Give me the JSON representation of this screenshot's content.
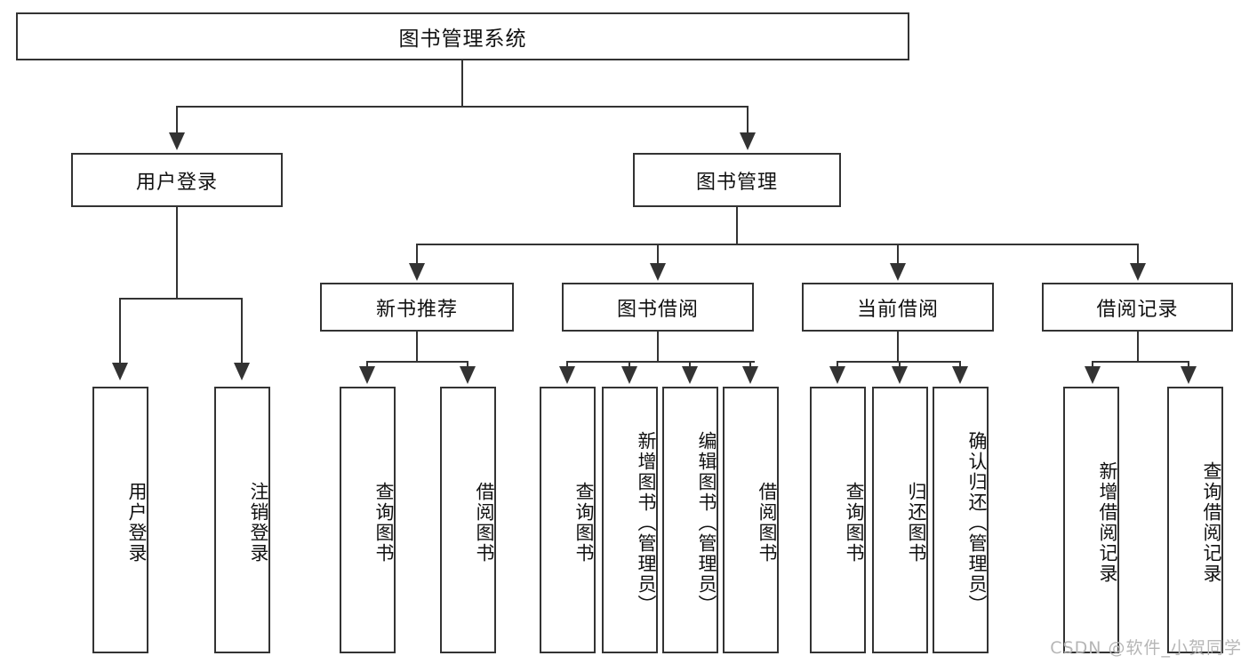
{
  "diagram": {
    "type": "tree",
    "title": "图书管理系统",
    "root": {
      "label": "图书管理系统"
    },
    "level1": [
      {
        "label": "用户登录"
      },
      {
        "label": "图书管理"
      }
    ],
    "level2": [
      {
        "label": "新书推荐"
      },
      {
        "label": "图书借阅"
      },
      {
        "label": "当前借阅"
      },
      {
        "label": "借阅记录"
      }
    ],
    "leaves": {
      "user_login": [
        {
          "label": "用户登录"
        },
        {
          "label": "注销登录"
        }
      ],
      "new_book_recommend": [
        {
          "label": "查询图书"
        },
        {
          "label": "借阅图书"
        }
      ],
      "book_borrow": [
        {
          "label": "查询图书"
        },
        {
          "label": "新增图书（管理员）"
        },
        {
          "label": "编辑图书（管理员）"
        },
        {
          "label": "借阅图书"
        }
      ],
      "current_borrow": [
        {
          "label": "查询图书"
        },
        {
          "label": "归还图书"
        },
        {
          "label": "确认归还（管理员）"
        }
      ],
      "borrow_record": [
        {
          "label": "新增借阅记录"
        },
        {
          "label": "查询借阅记录"
        }
      ]
    }
  },
  "watermark": {
    "text": "CSDN @软件_小贺同学"
  },
  "colors": {
    "stroke": "#333333",
    "background": "#ffffff",
    "text": "#111111",
    "watermark": "#b6b6b6"
  }
}
